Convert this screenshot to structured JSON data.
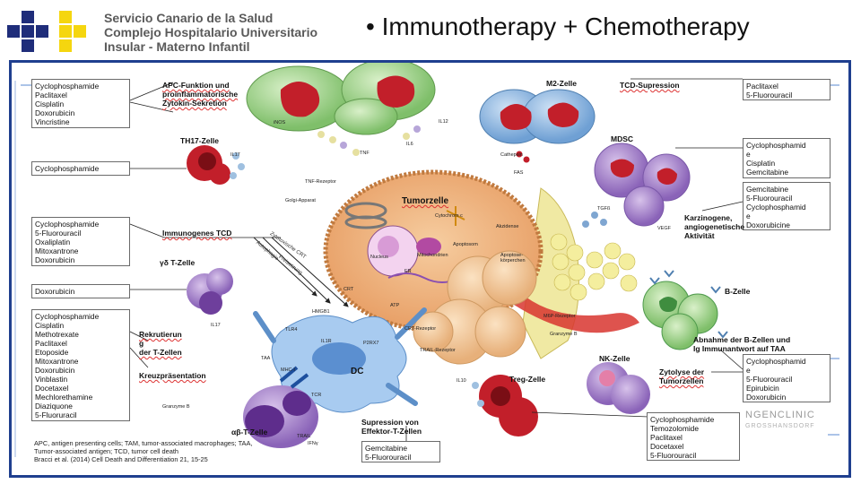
{
  "header": {
    "org_lines": [
      "Servicio Canario de la Salud",
      "Complejo Hospitalario Universitario",
      "Insular - Materno Infantil"
    ],
    "title": "• Immunotherapy + Chemotherapy",
    "colors": {
      "logo_blue": "#1f2d7a",
      "logo_yellow": "#f5d60f",
      "frame": "#1f3f8f"
    }
  },
  "left_boxes": [
    {
      "lines": [
        "Cyclophosphamide",
        "Paclitaxel",
        "Cisplatin",
        "Doxorubicin",
        "Vincristine"
      ]
    },
    {
      "lines": [
        "Cyclophosphamide"
      ]
    },
    {
      "lines": [
        "Cyclophosphamide",
        "5-Fluorouracil",
        "Oxaliplatin",
        "Mitoxantrone",
        "Doxorubicin"
      ]
    },
    {
      "lines": [
        "Doxorubicin"
      ]
    },
    {
      "lines": [
        "Cyclophosphamide",
        "Cisplatin",
        "Methotrexate",
        "Paclitaxel",
        "Etoposide",
        "Mitoxantrone",
        "Doxorubicin",
        "Vinblastin",
        "Docetaxel",
        "Mechlorethamine",
        "Diaziquone",
        "5-Fluoruracil"
      ]
    }
  ],
  "right_boxes": [
    {
      "lines": [
        "Paclitaxel",
        "5-Fluorouracil"
      ]
    },
    {
      "lines": [
        "Cyclophosphamid",
        "e",
        "Cisplatin",
        "Gemcitabine"
      ]
    },
    {
      "lines": [
        "Gemcitabine",
        "5-Fluorouracil",
        "Cyclophosphamid",
        "e",
        "Doxorubicine"
      ]
    },
    {
      "lines": [
        "Cyclophosphamid",
        "e",
        "5-Fluorouracil",
        "Epirubicin",
        "Doxorubicin"
      ]
    },
    {
      "lines": [
        "Cyclophosphamide",
        "Temozolomide",
        "Paclitaxel",
        "Docetaxel",
        "5-Fluorouracil"
      ]
    }
  ],
  "bottom_box": {
    "lines": [
      "Gemcitabine",
      "5-Fluorouracil"
    ]
  },
  "labels": {
    "apc": [
      "APC-Funktion und",
      "proinflammatorische",
      "Zytokin-Sekretion"
    ],
    "th17": "TH17-Zelle",
    "immunogenes_tcd": "Immunogenes TCD",
    "gd_t": "γδ T-Zelle",
    "rekrutierung": [
      "Rekrutierun",
      "g",
      "der T-Zellen"
    ],
    "kreuzpraesentation": "Kreuzpräsentation",
    "ab_t": "αβ-T-Zelle",
    "suppression": [
      "Supression von",
      "Effektor-T-Zellen"
    ],
    "treg": "Treg-Zelle",
    "nk": "NK-Zelle",
    "zytolyse": [
      "Zytolyse der",
      "Tumorzellen"
    ],
    "abnahme": [
      "Abnahme der B-Zellen und",
      "Ig Immunantwort auf TAA"
    ],
    "b_zelle": "B-Zelle",
    "karzinogene": [
      "Karzinogene,",
      "angiogenetische",
      "Aktivität"
    ],
    "mdsc": "MDSC",
    "m2": "M2-Zelle",
    "tcd_supp": "TCD-Supression",
    "tumorzelle": "Tumorzelle",
    "dc": "DC"
  },
  "small_labels": {
    "inos": "iNOS",
    "il12": "IL12",
    "il6": "IL6",
    "tnf": "TNF",
    "il17a": "IL17",
    "tnf_rez": "TNF-Rezeptor",
    "golgi": "Golgi-Apparat",
    "cathepsin": "Cathepsin",
    "fas": "FAS",
    "tgfb": "TGFß",
    "vegf": "VEGF",
    "cytochrom": "Cytochrom c",
    "akzidentell": "Akzidense",
    "apoptosom": "Apoptosom",
    "mitochondrien": "Mitochondrien",
    "nucleus": "Nucleus",
    "er": "ER",
    "apoptose": [
      "Apoptose-",
      "körperchen"
    ],
    "crt": "CRT",
    "atp": "ATP",
    "hmgb1": "HMGB1",
    "il17b": "IL17",
    "tlr4": "TLR4",
    "il1r": "IL1R",
    "p2rx7": "P2RX7",
    "crt_rez": "CRT-Rezeptor",
    "trail_rez": "TRAIL-Rezeptor",
    "m6p": "M6P-Rezeptor",
    "granzyme_b": "Granzyme B",
    "taa": "TAA",
    "mhc1": "MHC-I",
    "tcr": "TCR",
    "granzyme_b2": "Granzyme B",
    "trail": "TRAIL",
    "ifng": "IFNγ",
    "il10": "IL10",
    "diag1": "Zytotoxische CRT",
    "diag2": "Autophagie",
    "diag3": "Freisetzung"
  },
  "footer": [
    "APC, antigen presenting cells; TAM, tumor-associated macrophages; TAA,",
    "Tumor-associated antigen; TCD, tumor cell death",
    "Bracci et al. (2014) Cell Death and Differentiation 21, 15-25"
  ],
  "watermark": [
    "NGENCLINIC",
    "GROSSHANSDORF"
  ]
}
